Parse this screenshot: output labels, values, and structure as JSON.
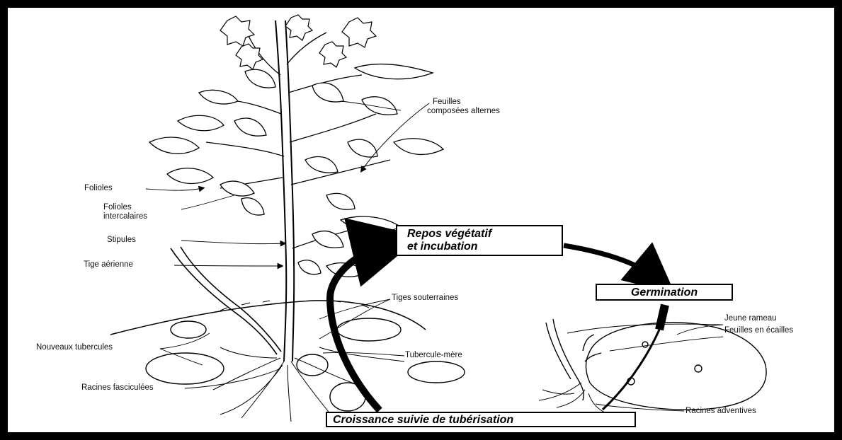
{
  "labels": {
    "feuilles_line1": "Feuilles",
    "feuilles_line2": "composées alternes",
    "folioles": "Folioles",
    "folioles_inter_line1": "Folioles",
    "folioles_inter_line2": "intercalaires",
    "stipules": "Stipules",
    "tige_aerienne": "Tige aérienne",
    "tiges_souterraines": "Tiges souterraines",
    "nouveaux_tubercules": "Nouveaux tubercules",
    "tubercule_mere": "Tubercule-mère",
    "racines_fasciculees": "Racines fasciculées",
    "jeune_rameau": "Jeune rameau",
    "feuilles_ecailles": "Feuilles en écailles",
    "racines_adventives": "Racines adventives"
  },
  "stages": {
    "repos_line1": "Repos végétatif",
    "repos_line2": "et incubation",
    "germination": "Germination",
    "croissance": "Croissance suivie de tubérisation"
  }
}
